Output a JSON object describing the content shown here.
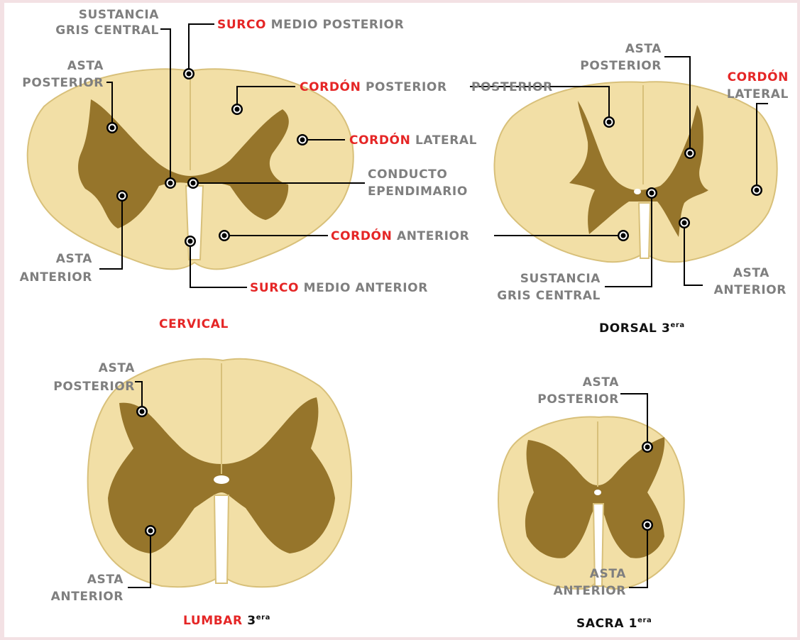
{
  "sections": {
    "cervical": {
      "title": "CERVICAL",
      "labels": {
        "sustancia_gris_1": "SUSTANCIA",
        "sustancia_gris_2": "GRIS CENTRAL",
        "surco_post_red": "SURCO",
        "surco_post_rest": "MEDIO POSTERIOR",
        "asta_post_1": "ASTA",
        "asta_post_2": "POSTERIOR",
        "cordon_post_red": "CORDÓN",
        "cordon_post_rest": "POSTERIOR",
        "cordon_lat_red": "CORDÓN",
        "cordon_lat_rest": "LATERAL",
        "conducto_1": "CONDUCTO",
        "conducto_2": "EPENDIMARIO",
        "cordon_ant_red": "CORDÓN",
        "cordon_ant_rest": "ANTERIOR",
        "asta_ant_1": "ASTA",
        "asta_ant_2": "ANTERIOR",
        "surco_ant_red": "SURCO",
        "surco_ant_rest": "MEDIO ANTERIOR"
      }
    },
    "dorsal": {
      "title_main": "DORSAL 3",
      "title_sup": "era",
      "labels": {
        "asta_post_1": "ASTA",
        "asta_post_2": "POSTERIOR",
        "cordon_lat_red": "CORDÓN",
        "cordon_lat_rest": "LATERAL",
        "sustancia_1": "SUSTANCIA",
        "sustancia_2": "GRIS CENTRAL",
        "asta_ant_1": "ASTA",
        "asta_ant_2": "ANTERIOR"
      }
    },
    "lumbar": {
      "title_main": "LUMBAR",
      "title_num": "3",
      "title_sup": "era",
      "labels": {
        "asta_post_1": "ASTA",
        "asta_post_2": "POSTERIOR",
        "asta_ant_1": "ASTA",
        "asta_ant_2": "ANTERIOR"
      }
    },
    "sacra": {
      "title_main": "SACRA 1",
      "title_sup": "era",
      "labels": {
        "asta_post_1": "ASTA",
        "asta_post_2": "POSTERIOR",
        "asta_ant_1": "ASTA",
        "asta_ant_2": "ANTERIOR"
      }
    }
  },
  "colors": {
    "white_matter": "#f2dfa6",
    "gray_matter": "#96752b",
    "label_gray": "#7f7f7f",
    "label_red": "#e52626",
    "title_black": "#111111",
    "page_border": "#f3e1e4"
  }
}
